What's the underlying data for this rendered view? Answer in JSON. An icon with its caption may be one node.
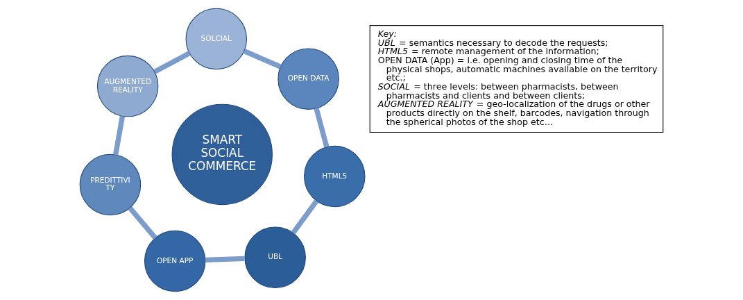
{
  "diagram": {
    "nodes": [
      {
        "text": [
          "SMART SOCIAL COMMERCE"
        ]
      },
      {
        "text": [
          "UBL"
        ]
      },
      {
        "text": [
          "HTML5"
        ]
      },
      {
        "text": [
          "OPEN DATA"
        ]
      },
      {
        "text": [
          "SOLCIAL"
        ]
      },
      {
        "text": [
          "AUGMENTED REALITY"
        ]
      },
      {
        "text": [
          "PREDITTIVITY"
        ]
      },
      {
        "text": [
          "OPEN APP"
        ]
      },
      {
        "text": [
          "Key:",
          "*UBL* = semantics necessary to decode the requests;",
          "*HTML5* = remote management of the information;",
          "OPEN DATA (App) = i.e. opening and closing time of the physical shops, automatic machines available on the territory etc.;",
          "*SOCIAL* = three levels: between pharmacists, between pharmacists and clients and between clients;",
          "*AUGMENTED REALITY* = geo-localization of the drugs or other products directly on the shelf, barcodes, navigation through the spherical photos of the shop etc…"
        ]
      }
    ],
    "edges": [
      {
        "from": 1,
        "to": 2,
        "arrow": "none"
      },
      {
        "from": 2,
        "to": 3,
        "arrow": "none"
      },
      {
        "from": 3,
        "to": 4,
        "arrow": "none"
      },
      {
        "from": 4,
        "to": 5,
        "arrow": "none"
      },
      {
        "from": 5,
        "to": 6,
        "arrow": "none"
      },
      {
        "from": 6,
        "to": 7,
        "arrow": "none"
      },
      {
        "from": 7,
        "to": 1,
        "arrow": "none"
      }
    ]
  }
}
